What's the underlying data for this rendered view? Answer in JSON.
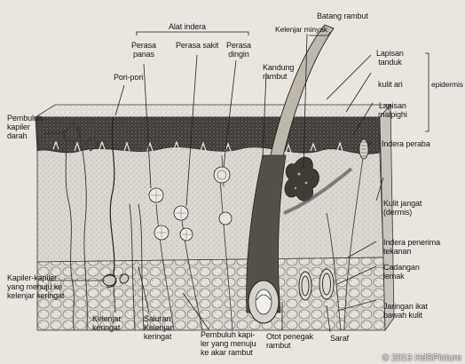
{
  "diagram": {
    "labels": {
      "batang_rambut": "Batang rambut",
      "alat_indera": "Alat indera",
      "kelenjar_minyak": "Kelenjar minyak",
      "perasa_panas": "Perasa\npanas",
      "perasa_sakit": "Perasa sakit",
      "perasa_dingin": "Perasa\ndingin",
      "kandung_rambut": "Kandung\nrambut",
      "pori_pori": "Pori-pori",
      "lapisan_tanduk": "Lapisan\ntanduk",
      "kulit_ari": "kulit ari",
      "epidermis": "epidermis",
      "lapisan_malpighi": "Lapisan\nmalpighi",
      "pembuluh_kapiler_darah": "Pembuluh\nkapiler\ndarah",
      "indera_peraba": "Indera peraba",
      "kulit_jangat": "Kulit jangat\n(dermis)",
      "indera_penerima_tekanan": "Indera penerima\ntekanan",
      "cadangan_lemak": "Cadangan\nlemak",
      "kapiler_kapiler": "Kapiler-kapiler\nyang menuju ke\nkelenjar keringat",
      "kelenjar_keringat": "Kelenjar\nkeringat",
      "saluran_kelenjar_keringat": "Saluran\nKelenjar\nkeringat",
      "pembuluh_kapiler_akar": "Pembuluh kapi-\nler yang menuju\nke akar rambut",
      "otot_penegak_rambut": "Otot penegak\nrambut",
      "saraf": "Saraf",
      "jaringan_ikat": "Jaringan ikat\nbawah kulit"
    },
    "watermark": "© 2013 HdSPicture"
  },
  "colors": {
    "background": "#e9e6df",
    "ink": "#161616",
    "epidermis_band": "#4a4742",
    "dermis": "#dcd8cf",
    "fat": "#cfcbc2"
  }
}
